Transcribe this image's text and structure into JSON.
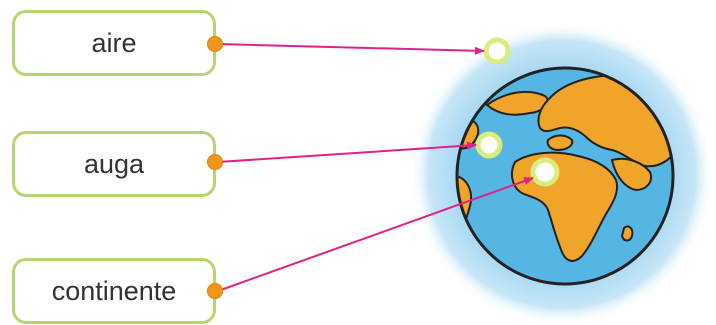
{
  "labels": [
    {
      "text": "aire"
    },
    {
      "text": "auga"
    },
    {
      "text": "continente"
    }
  ],
  "colors": {
    "box_border": "#b7d66f",
    "connector_dot": "#f0961c",
    "arrow_line": "#e0218a",
    "atmosphere": "#a9d6f0",
    "ocean": "#55b6e4",
    "land": "#f0a42a",
    "target_ring": "#d9ec7c"
  }
}
